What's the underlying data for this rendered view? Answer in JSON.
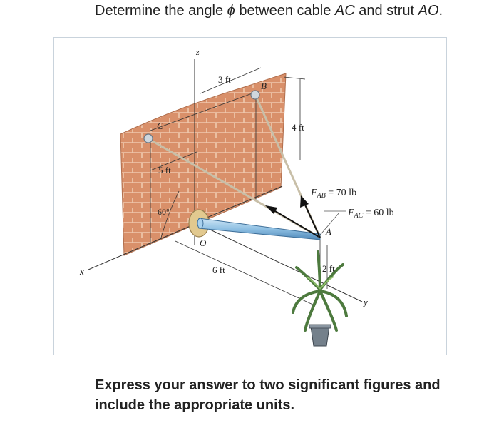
{
  "question": {
    "prefix": "Determine the angle ",
    "symbol": "ϕ",
    "middle": " between cable ",
    "cable": "AC",
    "joiner": " and strut ",
    "strut": "AO",
    "end": "."
  },
  "figure": {
    "axis_z": "z",
    "axis_x": "x",
    "axis_y": "y",
    "point_b": "B",
    "point_c": "C",
    "point_a": "A",
    "point_o": "O",
    "dim_3ft": "3 ft",
    "dim_4ft": "4 ft",
    "dim_5ft": "5 ft",
    "dim_6ft": "6 ft",
    "dim_2ft": "2 ft",
    "angle_60": "60°",
    "force_ab": {
      "symbol": "F",
      "sub": "AB",
      "value": " = 70 lb"
    },
    "force_ac": {
      "symbol": "F",
      "sub": "AC",
      "value": " = 60 lb"
    }
  },
  "instruction": "Express your answer to two significant figures and include the appropriate units.",
  "colors": {
    "brick": "#d9906a",
    "mortar": "#efc9ae",
    "strut": "#9cc8e6",
    "bracket": "#e2c98f",
    "cable": "#c8bfa8"
  }
}
